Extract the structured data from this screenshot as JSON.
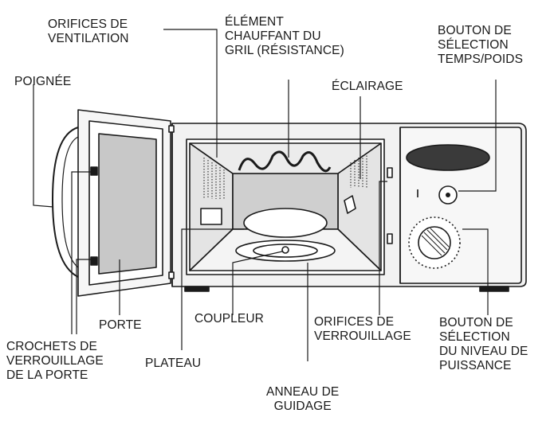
{
  "labels": {
    "orifices_ventilation": [
      "ORIFICES DE",
      "VENTILATION"
    ],
    "element_chauffant": [
      "ÉLÉMENT",
      "CHAUFFANT DU",
      "GRIL (RÉSISTANCE)"
    ],
    "bouton_temps": [
      "BOUTON DE",
      "SÉLECTION",
      "TEMPS/POIDS"
    ],
    "poignee": [
      "POIGNÉE"
    ],
    "eclairage": [
      "ÉCLAIRAGE"
    ],
    "porte": [
      "PORTE"
    ],
    "coupleur": [
      "COUPLEUR"
    ],
    "orifices_verrouillage": [
      "ORIFICES DE",
      "VERROUILLAGE"
    ],
    "bouton_puissance": [
      "BOUTON DE",
      "SÉLECTION",
      "DU NIVEAU DE",
      "PUISSANCE"
    ],
    "crochets": [
      "CROCHETS DE",
      "VERROUILLAGE",
      "DE LA PORTE"
    ],
    "plateau": [
      "PLATEAU"
    ],
    "anneau": [
      "ANNEAU DE",
      "GUIDAGE"
    ]
  },
  "colors": {
    "line": "#1a1a1a",
    "oven_body": "#f2f2f2",
    "door_window": "#c8c8c8",
    "cavity": "#e4e4e4",
    "cavity_back": "#cfcfcf"
  }
}
